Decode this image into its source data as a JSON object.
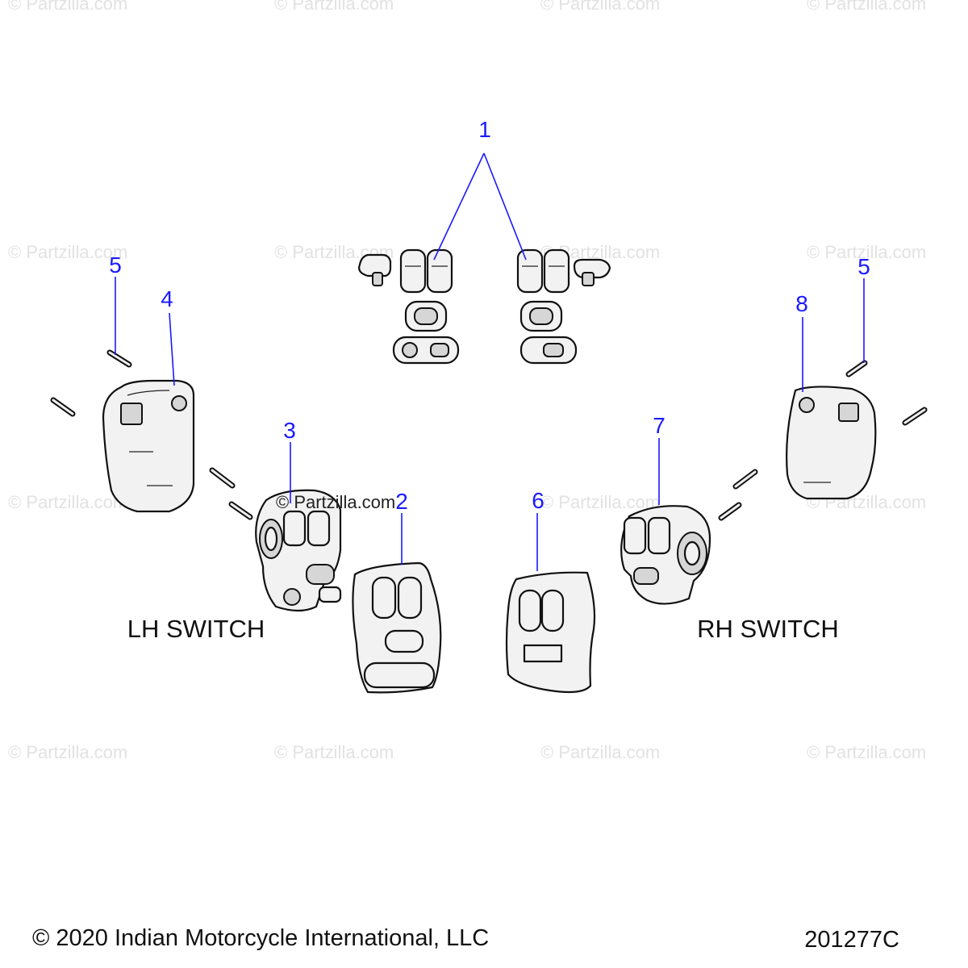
{
  "watermark_text": "© Partzilla.com",
  "callouts": {
    "c1": "1",
    "c2": "2",
    "c3": "3",
    "c4": "4",
    "c5_left": "5",
    "c5_right": "5",
    "c6": "6",
    "c7": "7",
    "c8": "8"
  },
  "group_labels": {
    "left": "LH SWITCH",
    "right": "RH SWITCH"
  },
  "footer": {
    "copyright": "© 2020 Indian Motorcycle International, LLC",
    "document_number": "201277C"
  },
  "colors": {
    "callout": "#1a1aff",
    "line": "#111111",
    "watermark": "#e2e2e2"
  }
}
